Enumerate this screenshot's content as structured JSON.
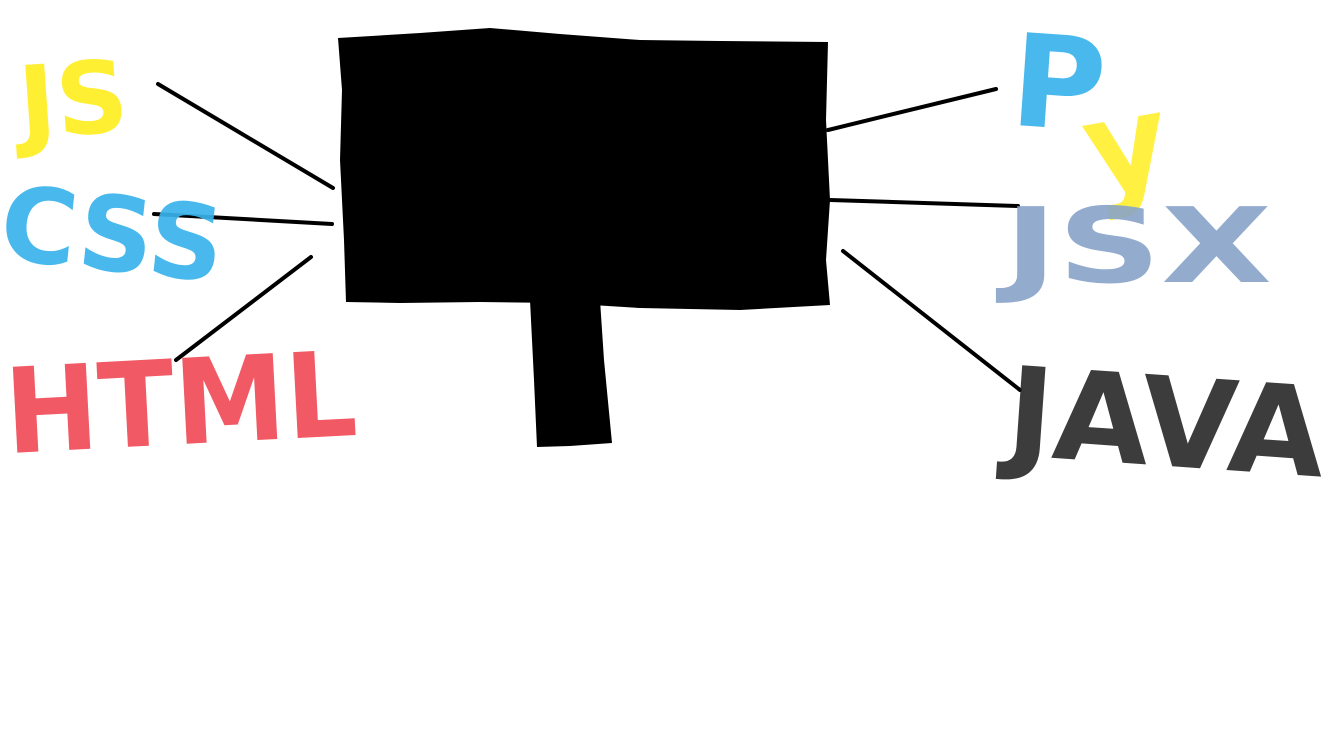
{
  "languages": {
    "left": [
      {
        "label": "JS",
        "color": "#ffee22"
      },
      {
        "label": "CSS",
        "color": "#3ab4ec"
      },
      {
        "label": "HTML",
        "color": "#f0434f"
      }
    ],
    "right": [
      {
        "label": "Py",
        "colors": [
          "#3ab4ec",
          "#ffee22"
        ]
      },
      {
        "label": "JSX",
        "color": "#88a4c8"
      },
      {
        "label": "JAVA",
        "color": "#222222"
      }
    ]
  },
  "colors": {
    "sign": "#000000",
    "connector": "#000000",
    "background": "#ffffff"
  }
}
